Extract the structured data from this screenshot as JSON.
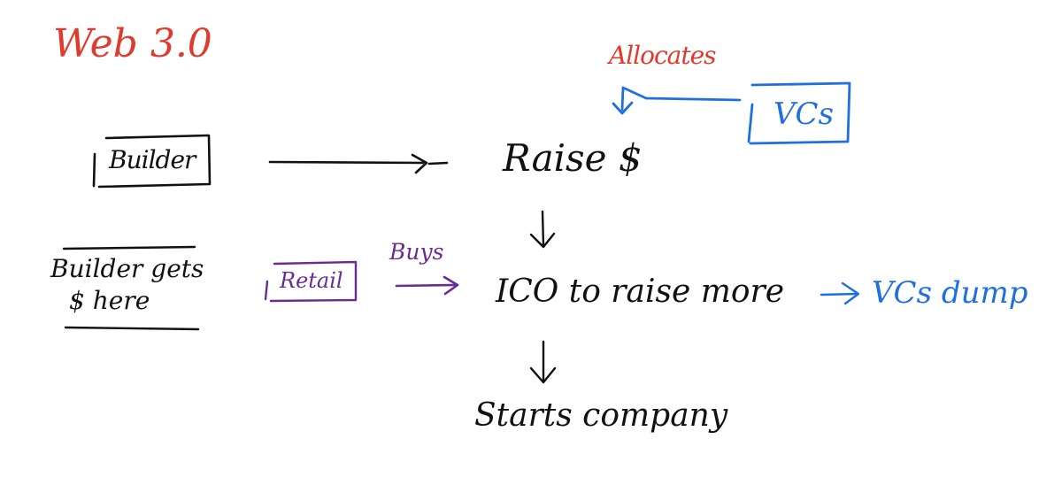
{
  "colors": {
    "ink": "#111111",
    "red": "#e03a2c",
    "blue": "#1f6fe0",
    "purple": "#6a2c91"
  },
  "labels": {
    "title": "Web 3.0",
    "builder": "Builder",
    "builder_note_line1": "Builder gets",
    "builder_note_line2": "$ here",
    "retail": "Retail",
    "buys": "Buys",
    "raise": "Raise $",
    "vcs": "VCs",
    "allocates": "Allocates",
    "ico": "ICO to raise more",
    "vcs_dump": "VCs dump",
    "starts_company": "Starts company"
  }
}
